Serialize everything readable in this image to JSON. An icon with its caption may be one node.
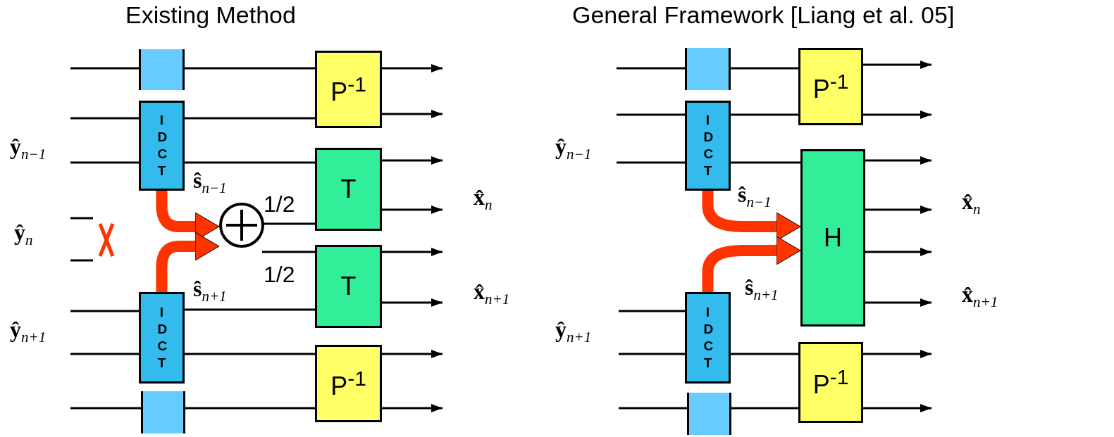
{
  "diagram": {
    "nodes": [
      {
        "text": [],
        "shape": "box"
      },
      {
        "text": [
          "I D C T"
        ]
      },
      {
        "text": [
          "P$^{-1}$"
        ]
      },
      {
        "text": [
          "T"
        ]
      },
      {
        "text": [],
        "shape": "circle"
      },
      {
        "text": [
          "T"
        ]
      },
      {
        "text": [
          "I D C T"
        ]
      },
      {
        "text": [
          "P$^{-1}$"
        ]
      },
      {
        "text": [],
        "shape": "box"
      },
      {
        "text": [],
        "shape": "box"
      },
      {
        "text": [
          "I D C T"
        ]
      },
      {
        "text": [
          "P$^{-1}$"
        ]
      },
      {
        "text": [
          "H"
        ]
      },
      {
        "text": [
          "I D C T"
        ]
      },
      {
        "text": [
          "P$^{-1}$"
        ]
      },
      {
        "text": [],
        "shape": "box"
      }
    ],
    "edges": [
      {
        "from": null,
        "to": 0,
        "arrow": "none"
      },
      {
        "from": 0,
        "to": 2,
        "arrow": "none"
      },
      {
        "from": 2,
        "to": null,
        "arrow": "to"
      },
      {
        "from": null,
        "to": 1,
        "arrow": "none"
      },
      {
        "from": 1,
        "to": 2,
        "arrow": "none"
      },
      {
        "from": 2,
        "to": null,
        "arrow": "to"
      },
      {
        "from": null,
        "to": 1,
        "arrow": "none"
      },
      {
        "from": 1,
        "to": 3,
        "arrow": "none"
      },
      {
        "from": 3,
        "to": null,
        "arrow": "to"
      },
      {
        "from": 3,
        "to": null,
        "arrow": "to"
      },
      {
        "from": 1,
        "to": 4,
        "arrow": "to",
        "label": "**ŝ**$_{n−1}$",
        "style": "thick",
        "color": "#ff3300"
      },
      {
        "from": 6,
        "to": 4,
        "arrow": "to",
        "label": "**ŝ**$_{n+1}$",
        "style": "thick",
        "color": "#ff3300"
      },
      {
        "from": 4,
        "to": 3,
        "arrow": "none",
        "label": "1/2"
      },
      {
        "from": 4,
        "to": 5,
        "arrow": "none",
        "label": "1/2"
      },
      {
        "from": 5,
        "to": null,
        "arrow": "to"
      },
      {
        "from": 5,
        "to": null,
        "arrow": "to"
      },
      {
        "from": null,
        "to": 6,
        "arrow": "none"
      },
      {
        "from": 6,
        "to": 5,
        "arrow": "none"
      },
      {
        "from": null,
        "to": 6,
        "arrow": "none"
      },
      {
        "from": 6,
        "to": 7,
        "arrow": "none"
      },
      {
        "from": 7,
        "to": null,
        "arrow": "to"
      },
      {
        "from": null,
        "to": 8,
        "arrow": "none"
      },
      {
        "from": 8,
        "to": 7,
        "arrow": "none"
      },
      {
        "from": 7,
        "to": null,
        "arrow": "to"
      },
      {
        "from": null,
        "to": 9,
        "arrow": "none"
      },
      {
        "from": 9,
        "to": 11,
        "arrow": "none"
      },
      {
        "from": 11,
        "to": null,
        "arrow": "to"
      },
      {
        "from": null,
        "to": 10,
        "arrow": "none"
      },
      {
        "from": 10,
        "to": 11,
        "arrow": "none"
      },
      {
        "from": 11,
        "to": null,
        "arrow": "to"
      },
      {
        "from": null,
        "to": 10,
        "arrow": "none"
      },
      {
        "from": 10,
        "to": 12,
        "arrow": "none"
      },
      {
        "from": 12,
        "to": null,
        "arrow": "to"
      },
      {
        "from": 12,
        "to": null,
        "arrow": "to"
      },
      {
        "from": 12,
        "to": null,
        "arrow": "to"
      },
      {
        "from": 12,
        "to": null,
        "arrow": "to"
      },
      {
        "from": 10,
        "to": 12,
        "arrow": "to",
        "label": "**ŝ**$_{n−1}$",
        "style": "thick",
        "color": "#ff3300"
      },
      {
        "from": 13,
        "to": 12,
        "arrow": "to",
        "label": "**ŝ**$_{n+1}$",
        "style": "thick",
        "color": "#ff3300"
      },
      {
        "from": null,
        "to": 13,
        "arrow": "none"
      },
      {
        "from": null,
        "to": 13,
        "arrow": "none"
      },
      {
        "from": 13,
        "to": 14,
        "arrow": "none"
      },
      {
        "from": 14,
        "to": null,
        "arrow": "to"
      },
      {
        "from": null,
        "to": 15,
        "arrow": "none"
      },
      {
        "from": 15,
        "to": 14,
        "arrow": "none"
      },
      {
        "from": 14,
        "to": null,
        "arrow": "to"
      }
    ],
    "labels": [
      "Existing Method",
      "General Framework [Liang et al. 05]",
      "**ŷ**$_{n−1}$",
      "**ŷ**$_{n}$",
      "**ŷ**$_{n+1}$",
      "**x̂**$_{n}$",
      "**x̂**$_{n+1}$",
      "**ŷ**$_{n−1}$",
      "**ŷ**$_{n+1}$",
      "**x̂**$_{n}$",
      "**x̂**$_{n+1}$"
    ]
  }
}
